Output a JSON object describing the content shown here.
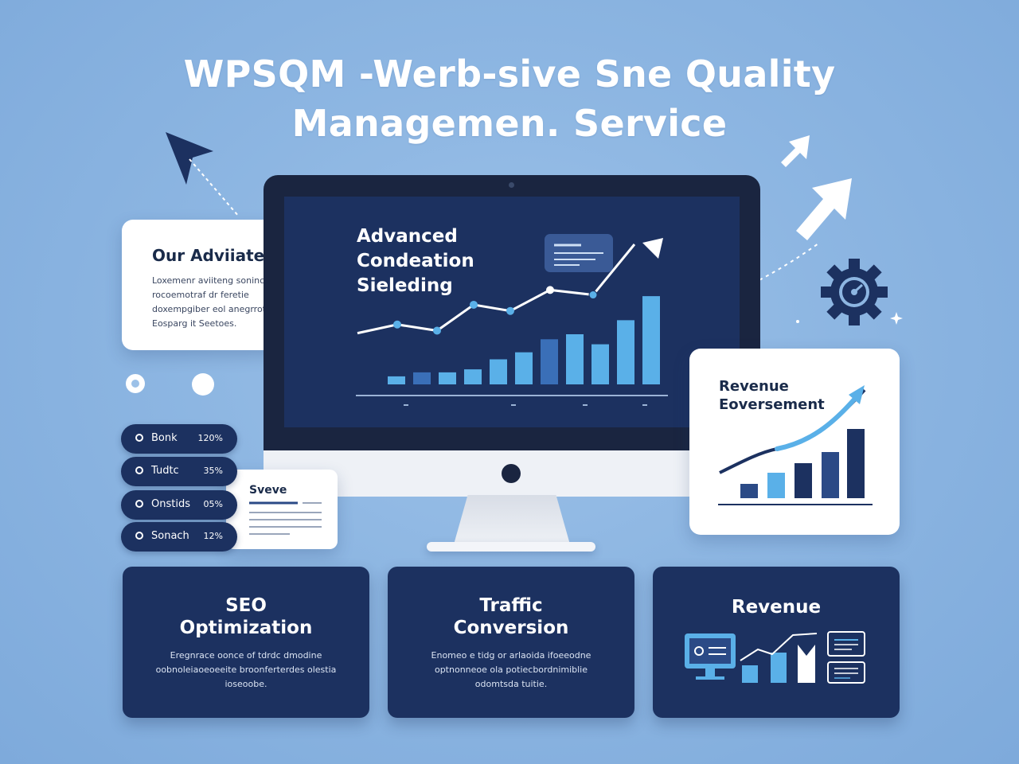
{
  "title": "WPSQM -Werb-sive Sne Quality Managemen. Service",
  "advantage_card": {
    "heading": "Our Adviiaten",
    "text": "Loxemenr aviiteng sonincare eibe rocoemotraf dr feretie doxempgiber eol anegrroten Eosparg it Seetoes."
  },
  "screen": {
    "heading": "Advanced Condeation Sieleding"
  },
  "revenue_card": {
    "heading": "Revenue Eoversement"
  },
  "list": [
    {
      "label": "Bonk",
      "value": "120%"
    },
    {
      "label": "Tudtc",
      "value": "35%"
    },
    {
      "label": "Onstids",
      "value": "05%"
    },
    {
      "label": "Sonach",
      "value": "12%"
    }
  ],
  "severe_card": {
    "heading": "Sveve"
  },
  "cards": [
    {
      "heading": "SEO Optimization",
      "text": "Eregnrace oonce of tdrdc dmodine oobnoleiaoeoeeite broonferterdes olestia ioseoobe."
    },
    {
      "heading": "Traffic Conversion",
      "text": "Enomeo e tidg or arlaoida ifoeeodne optnonneoe ola potiecbordnimiblie odomtsda tuitie."
    },
    {
      "heading": "Revenue"
    }
  ],
  "chart_data": {
    "type": "bar",
    "values": [
      8,
      12,
      12,
      15,
      25,
      32,
      45,
      50,
      40,
      64,
      88
    ],
    "line": [
      28,
      35,
      30,
      51,
      46,
      63,
      59,
      100
    ],
    "ylim": [
      0,
      100
    ]
  },
  "colors": {
    "background": "#8db6e2",
    "navy": "#1c3160",
    "accent_blue": "#5ab0e8",
    "white": "#ffffff"
  }
}
